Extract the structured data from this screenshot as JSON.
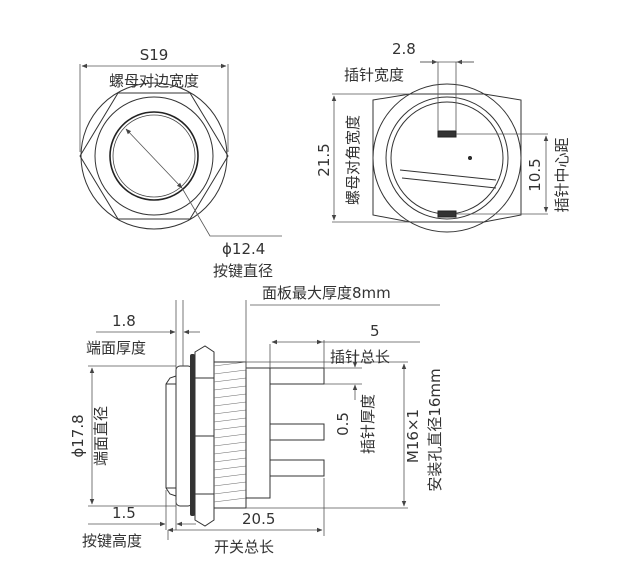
{
  "labels": {
    "s19_value": "S19",
    "s19_name": "螺母对边宽度",
    "pin_width_value": "2.8",
    "pin_width_name": "插针宽度",
    "corner_value": "21.5",
    "corner_name": "螺母对角宽度",
    "pin_center_value": "10.5",
    "pin_center_name": "插针中心距",
    "button_dia_value": "ϕ12.4",
    "button_dia_name": "按键直径",
    "panel_max": "面板最大厚度8mm",
    "end_thick_value": "1.8",
    "end_thick_name": "端面厚度",
    "pin_len_value": "5",
    "pin_len_name": "插针总长",
    "end_dia_value": "ϕ17.8",
    "end_dia_name": "端面直径",
    "pin_thick_value": "0.5",
    "pin_thick_name": "插针厚度",
    "thread_value": "M16×1",
    "hole_name": "安装孔直径16mm",
    "button_height_value": "1.5",
    "button_height_name": "按键高度",
    "total_len_value": "20.5",
    "total_len_name": "开关总长"
  }
}
